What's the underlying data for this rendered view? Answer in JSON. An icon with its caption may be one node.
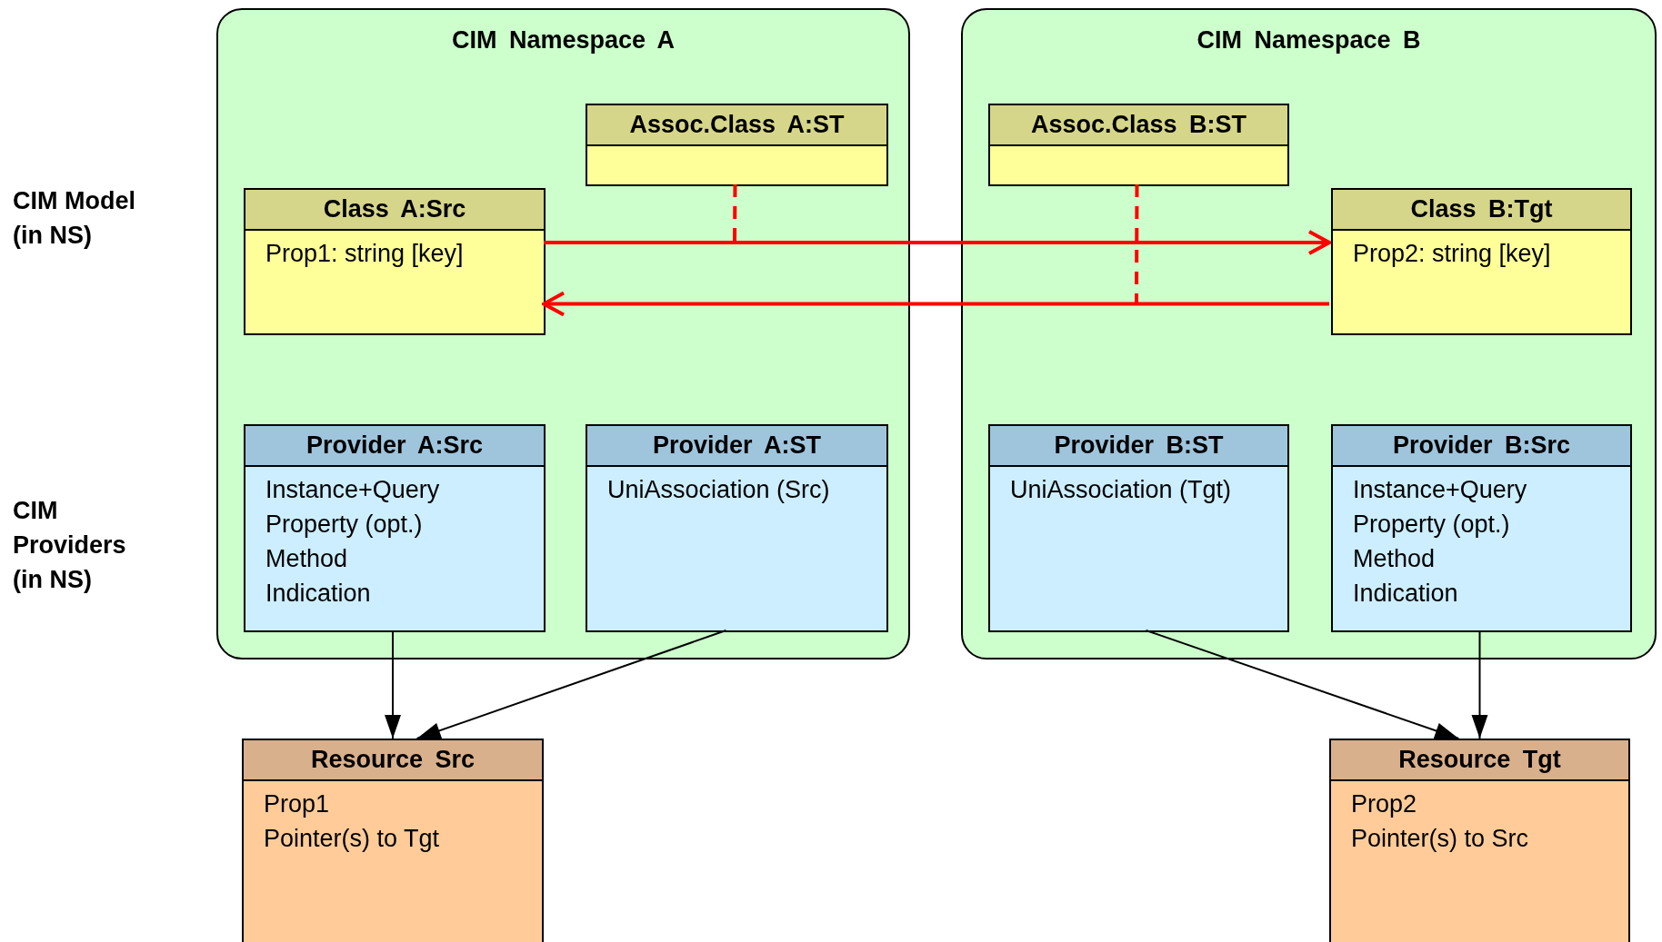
{
  "diagram": {
    "nodes": [
      {
        "text": [
          "CIM Namespace A"
        ]
      },
      {
        "text": [
          "Assoc.Class A:ST"
        ],
        "in": 0
      },
      {
        "text": [
          "Class A:Src",
          "Prop1: string [key]"
        ],
        "in": 0
      },
      {
        "text": [
          "Provider A:Src",
          "Instance+Query",
          "Property (opt.)",
          "Method",
          "Indication"
        ],
        "in": 0
      },
      {
        "text": [
          "Provider A:ST",
          "UniAssociation (Src)"
        ],
        "in": 0
      },
      {
        "text": [
          "CIM Namespace B"
        ]
      },
      {
        "text": [
          "Assoc.Class B:ST"
        ],
        "in": 5
      },
      {
        "text": [
          "Class B:Tgt",
          "Prop2: string [key]"
        ],
        "in": 5
      },
      {
        "text": [
          "Provider B:ST",
          "UniAssociation (Tgt)"
        ],
        "in": 5
      },
      {
        "text": [
          "Provider B:Src",
          "Instance+Query",
          "Property (opt.)",
          "Method",
          "Indication"
        ],
        "in": 5
      },
      {
        "text": [
          "Resource Src",
          "Prop1",
          "Pointer(s) to Tgt"
        ]
      },
      {
        "text": [
          "Resource Tgt",
          "Prop2",
          "Pointer(s) to Src"
        ]
      }
    ],
    "edges": [
      {
        "from": 2,
        "to": 7,
        "arrow": "to",
        "color": "#ff0000"
      },
      {
        "from": 7,
        "to": 2,
        "arrow": "to",
        "color": "#ff0000"
      },
      {
        "from": 1,
        "to": null,
        "arrow": "none",
        "style": "dashed",
        "color": "#ff0000"
      },
      {
        "from": 6,
        "to": null,
        "arrow": "none",
        "style": "dashed",
        "color": "#ff0000"
      },
      {
        "from": 3,
        "to": 10,
        "arrow": "to",
        "color": "#000000"
      },
      {
        "from": 4,
        "to": 10,
        "arrow": "to",
        "color": "#000000"
      },
      {
        "from": 8,
        "to": 11,
        "arrow": "to",
        "color": "#000000"
      },
      {
        "from": 9,
        "to": 11,
        "arrow": "to",
        "color": "#000000"
      }
    ],
    "labels": [
      "CIM Model (in NS)",
      "CIM Providers (in NS)"
    ]
  }
}
